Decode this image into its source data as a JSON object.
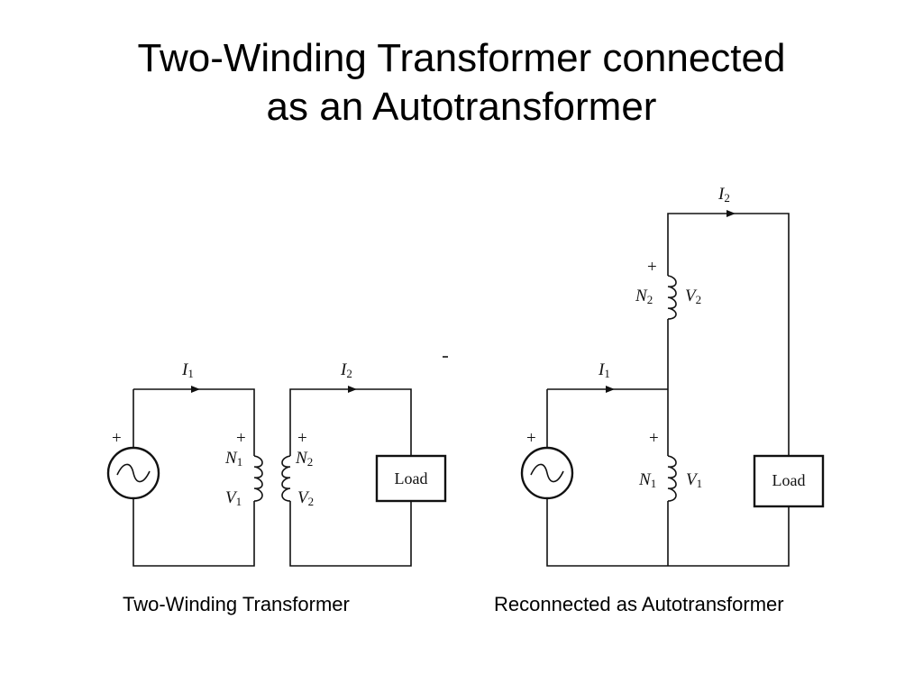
{
  "title": {
    "line1": "Two-Winding Transformer connected",
    "line2": "as an Autotransformer"
  },
  "captions": {
    "left": "Two-Winding Transformer",
    "right": "Reconnected as Autotransformer"
  },
  "left_circuit": {
    "current_1_symbol": "I",
    "current_1_sub": "1",
    "current_2_symbol": "I",
    "current_2_sub": "2",
    "source_plus": "+",
    "primary_plus": "+",
    "secondary_plus": "+",
    "n1_symbol": "N",
    "n1_sub": "1",
    "v1_symbol": "V",
    "v1_sub": "1",
    "n2_symbol": "N",
    "n2_sub": "2",
    "v2_symbol": "V",
    "v2_sub": "2",
    "load_label": "Load"
  },
  "right_circuit": {
    "current_1_symbol": "I",
    "current_1_sub": "1",
    "current_2_symbol": "I",
    "current_2_sub": "2",
    "source_plus": "+",
    "lower_plus": "+",
    "upper_plus": "+",
    "n1_symbol": "N",
    "n1_sub": "1",
    "v1_symbol": "V",
    "v1_sub": "1",
    "n2_symbol": "N",
    "n2_sub": "2",
    "v2_symbol": "V",
    "v2_sub": "2",
    "load_label": "Load"
  }
}
